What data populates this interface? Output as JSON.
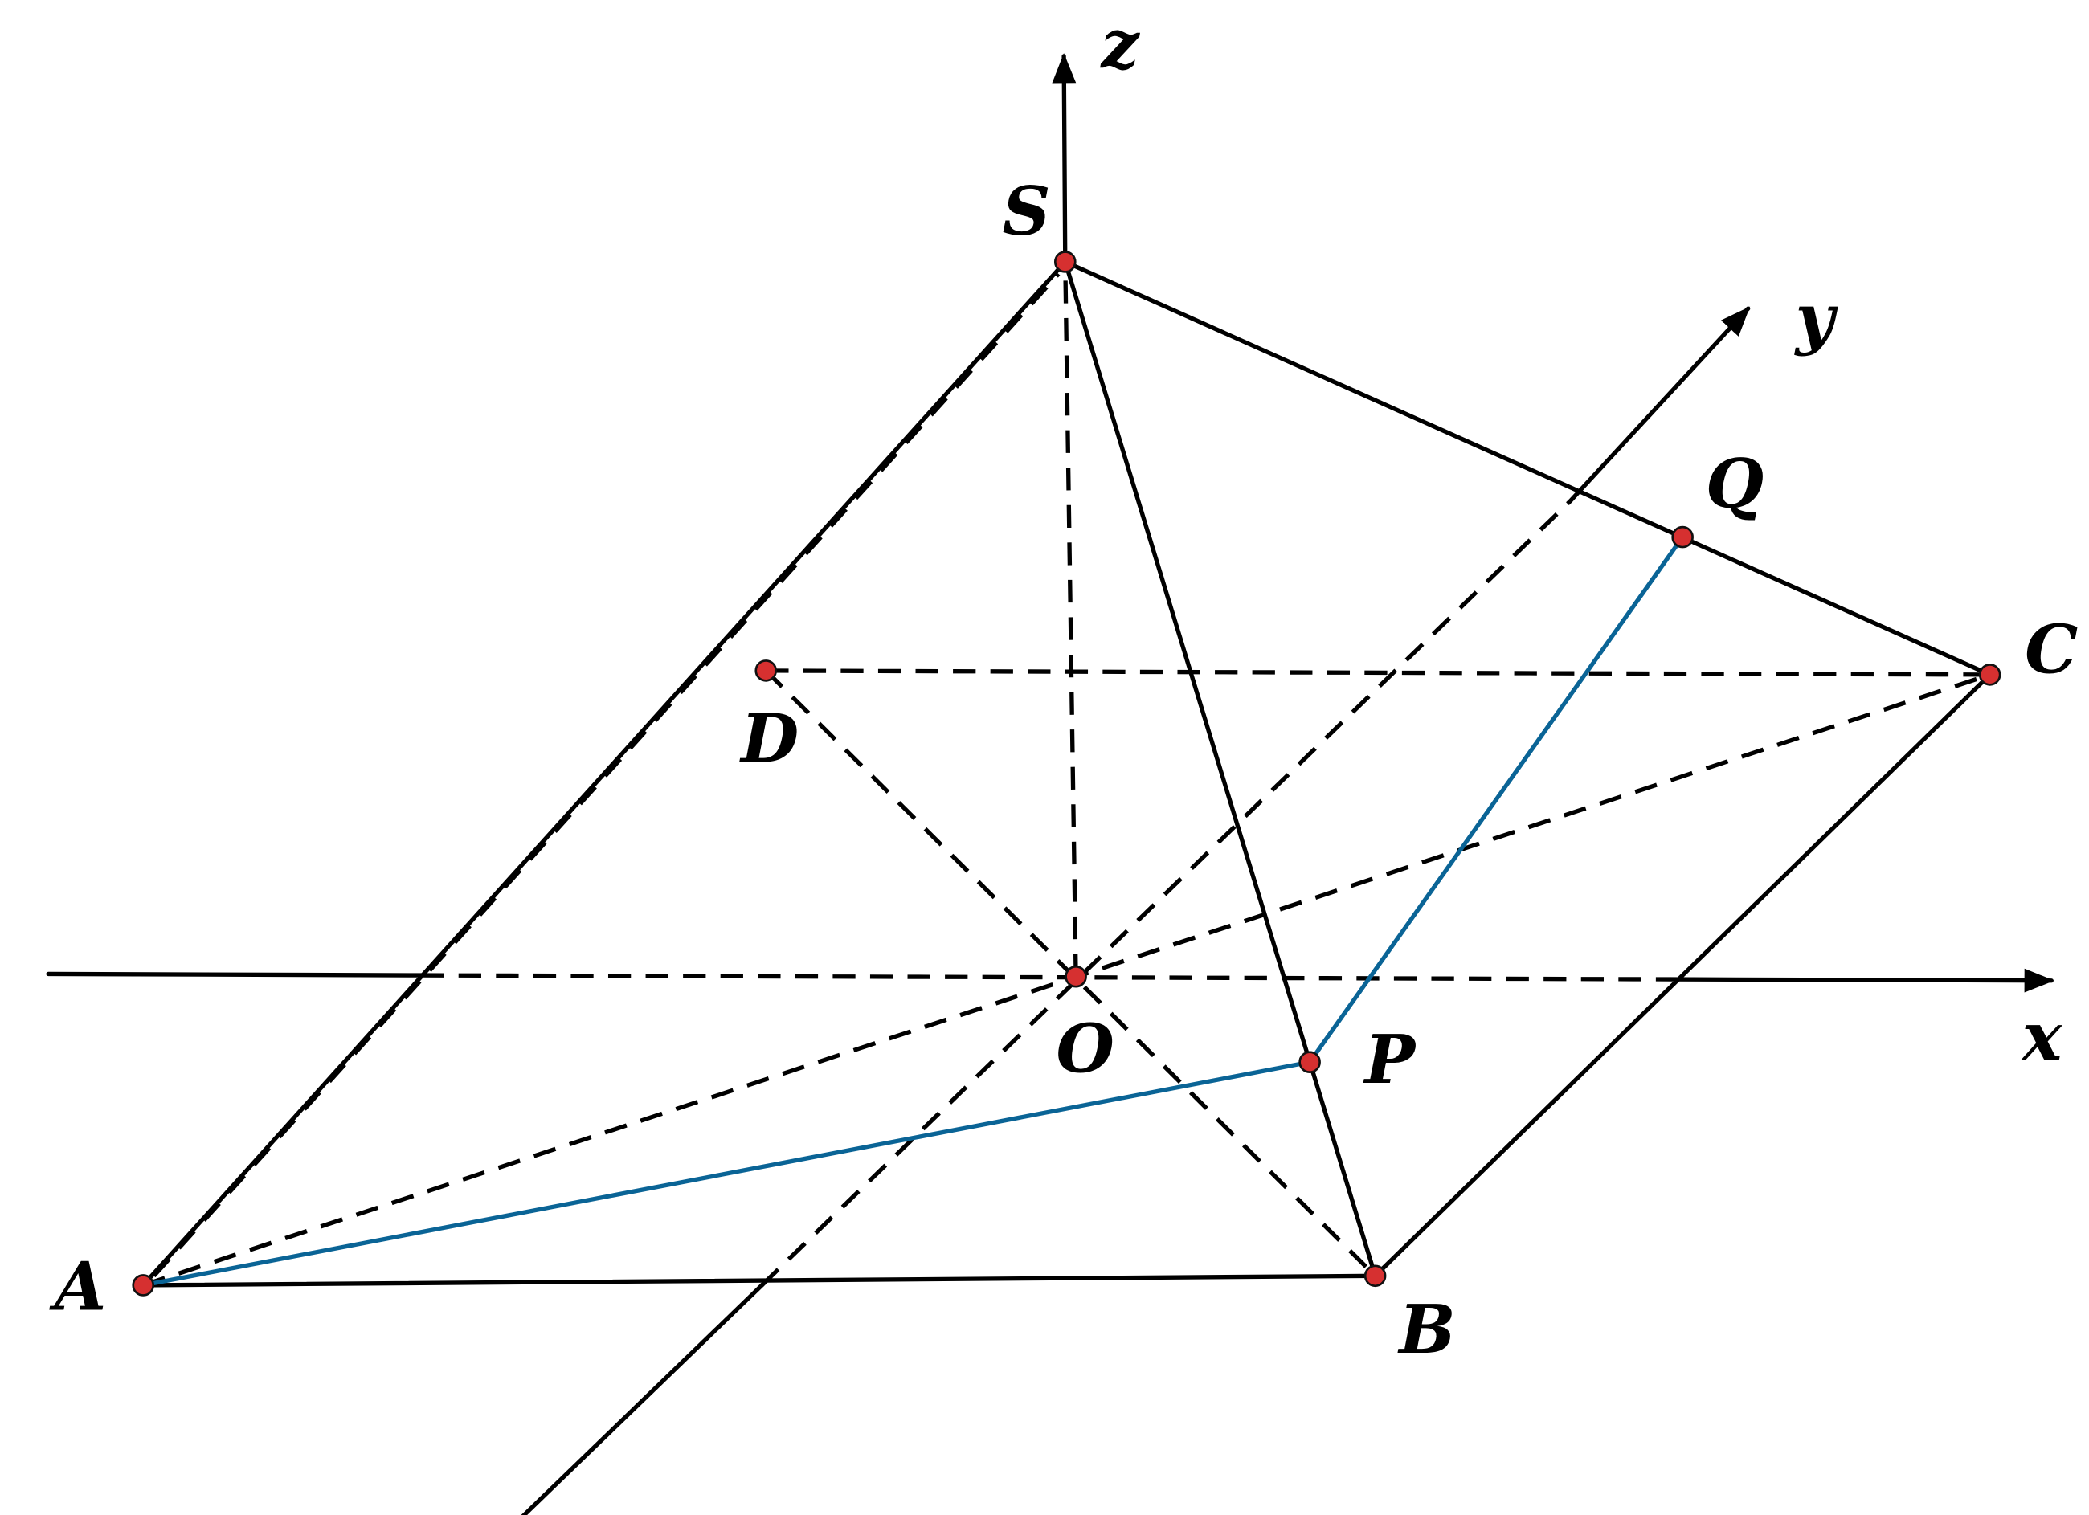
{
  "diagram": {
    "title": "Pyramid S-ABCD with coordinate axes",
    "axes": {
      "x": "x",
      "y": "y",
      "z": "z"
    },
    "points": {
      "S": "S",
      "A": "A",
      "B": "B",
      "C": "C",
      "D": "D",
      "O": "O",
      "P": "P",
      "Q": "Q"
    },
    "colors": {
      "edge": "#000000",
      "highlight": "#0a6496",
      "point": "#d63030"
    }
  }
}
